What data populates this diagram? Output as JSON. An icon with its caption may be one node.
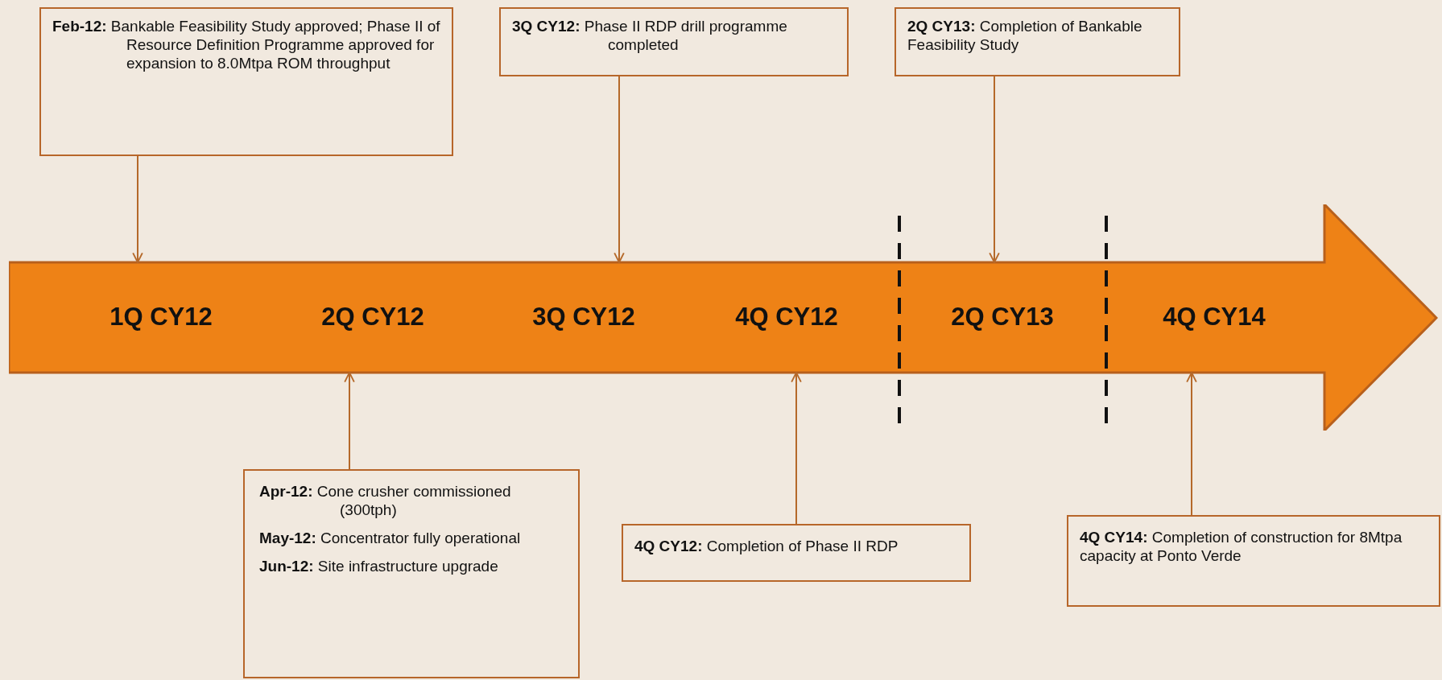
{
  "diagram": {
    "nodes": [
      {
        "text": [
          "1Q CY12",
          "2Q CY12",
          "3Q CY12",
          "4Q CY12",
          "2Q CY13",
          "4Q CY14"
        ]
      },
      {
        "text": [
          "**Feb-12:** Bankable Feasibility Study approved; Phase II of Resource Definition Programme approved for expansion to 8.0Mtpa ROM throughput"
        ]
      },
      {
        "text": [
          "**3Q CY12:** Phase II RDP drill programme completed"
        ]
      },
      {
        "text": [
          "**2Q CY13:** Completion of Bankable Feasibility Study"
        ]
      },
      {
        "text": [
          "**Apr-12:** Cone crusher commissioned (300tph)",
          "**May-12:** Concentrator fully operational",
          "**Jun-12:** Site infrastructure upgrade"
        ]
      },
      {
        "text": [
          "**4Q CY12:** Completion of Phase II RDP"
        ]
      },
      {
        "text": [
          "**4Q CY14:** Completion of construction for 8Mtpa capacity at Ponto Verde"
        ]
      }
    ],
    "edges": [
      {
        "from": 1,
        "to": 0,
        "arrow": "to"
      },
      {
        "from": 2,
        "to": 0,
        "arrow": "to"
      },
      {
        "from": 3,
        "to": 0,
        "arrow": "to"
      },
      {
        "from": 4,
        "to": 0,
        "arrow": "to"
      },
      {
        "from": 5,
        "to": 0,
        "arrow": "to"
      },
      {
        "from": 6,
        "to": 0,
        "arrow": "to"
      }
    ]
  }
}
